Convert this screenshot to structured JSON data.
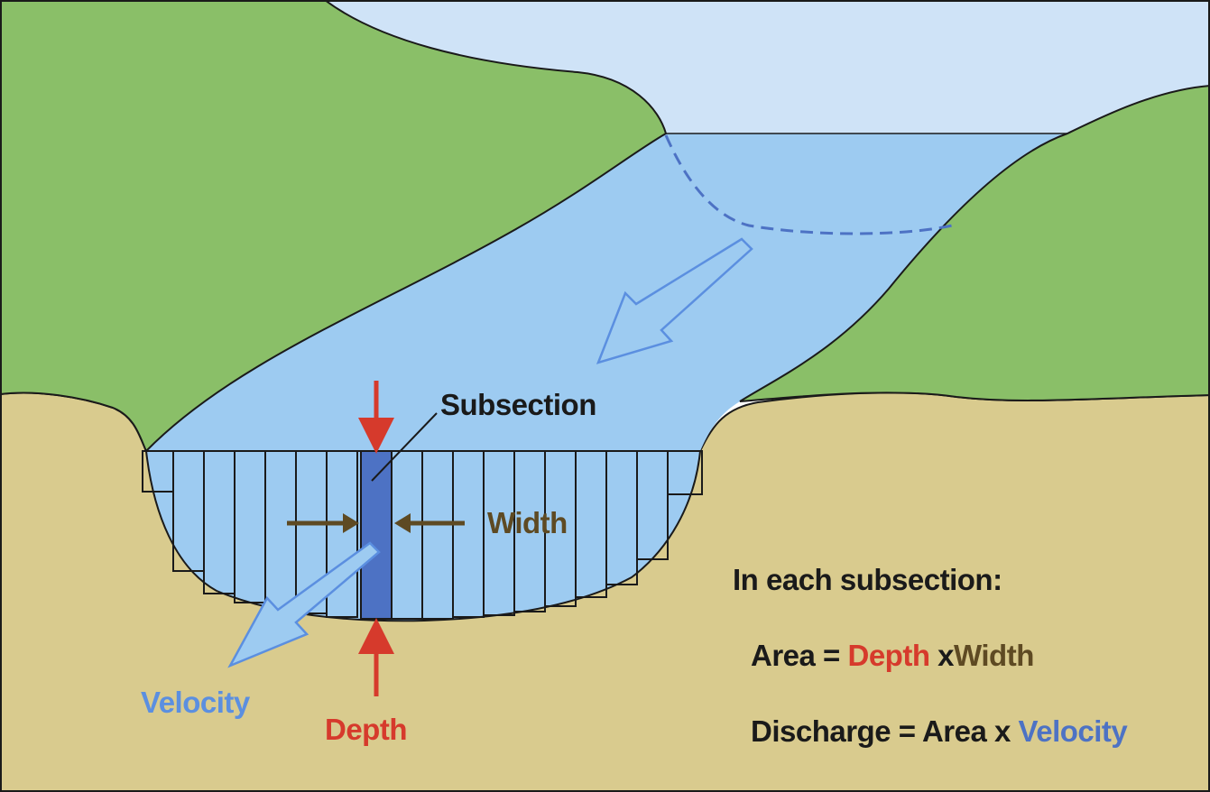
{
  "labels": {
    "subsection": "Subsection",
    "width": "Width",
    "velocity": "Velocity",
    "depth": "Depth"
  },
  "info": {
    "heading": "In each subsection:",
    "area_formula": {
      "lhs": "Area =",
      "term1": "Depth",
      "op": "x",
      "term2": "Width"
    },
    "discharge_formula": {
      "lhs": "Discharge = Area x",
      "term": "Velocity"
    }
  },
  "colors": {
    "sky": "#cfe3f7",
    "hill": "#8abf68",
    "ground": "#d9cb8e",
    "water": "#9dcbf1",
    "highlight_subsection": "#4d72c4",
    "depth_red": "#d63a2c",
    "width_brown": "#5e4a23",
    "velocity_blue": "#5b8fe0",
    "text_dark": "#1a1a1a"
  }
}
